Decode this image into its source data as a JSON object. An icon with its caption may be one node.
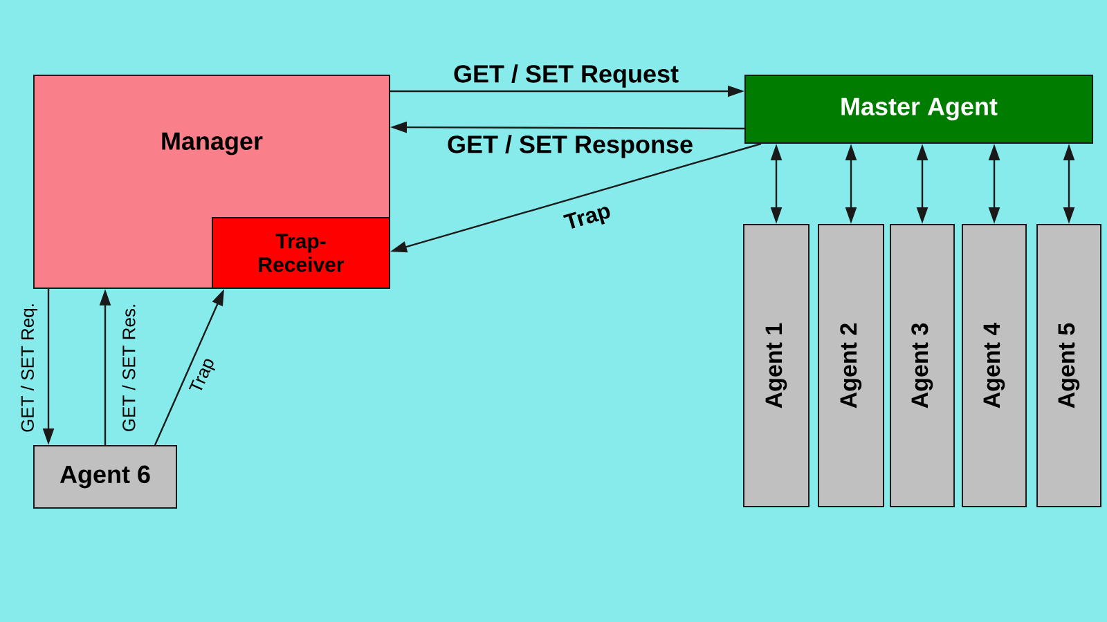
{
  "diagram": {
    "nodes": [
      {
        "text": [
          "Manager"
        ]
      },
      {
        "text": [
          "Trap- Receiver"
        ],
        "in": 0
      },
      {
        "text": [
          "Master Agent"
        ]
      },
      {
        "text": [
          "Agent 1"
        ]
      },
      {
        "text": [
          "Agent 2"
        ]
      },
      {
        "text": [
          "Agent 3"
        ]
      },
      {
        "text": [
          "Agent 4"
        ]
      },
      {
        "text": [
          "Agent 5"
        ]
      },
      {
        "text": [
          "Agent 6"
        ]
      }
    ],
    "edges": [
      {
        "from": 0,
        "to": 2,
        "arrow": "to",
        "label": "GET / SET Request"
      },
      {
        "from": 2,
        "to": 0,
        "arrow": "to",
        "label": "GET / SET Response"
      },
      {
        "from": 2,
        "to": 1,
        "arrow": "to",
        "label": "Trap"
      },
      {
        "from": 2,
        "to": 3,
        "arrow": "both"
      },
      {
        "from": 2,
        "to": 4,
        "arrow": "both"
      },
      {
        "from": 2,
        "to": 5,
        "arrow": "both"
      },
      {
        "from": 2,
        "to": 6,
        "arrow": "both"
      },
      {
        "from": 2,
        "to": 7,
        "arrow": "both"
      },
      {
        "from": 0,
        "to": 8,
        "arrow": "to",
        "label": "GET / SET Req."
      },
      {
        "from": 8,
        "to": 0,
        "arrow": "to",
        "label": "GET / SET Res."
      },
      {
        "from": 8,
        "to": 1,
        "arrow": "to",
        "label": "Trap"
      }
    ]
  }
}
